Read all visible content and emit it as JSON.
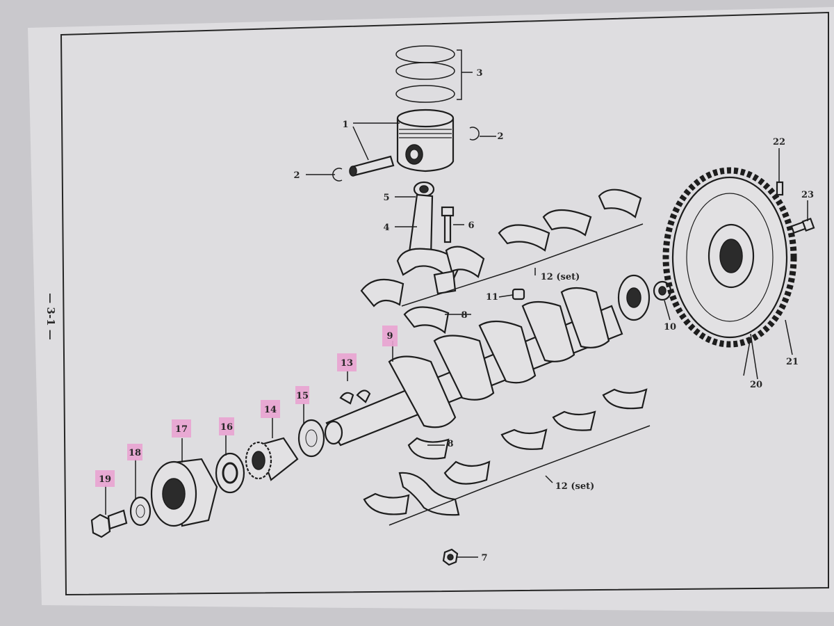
{
  "page": {
    "number": "— 3-1 —"
  },
  "callouts": [
    {
      "id": "c1",
      "label": "1",
      "highlighted": false
    },
    {
      "id": "c2a",
      "label": "2",
      "highlighted": false
    },
    {
      "id": "c2b",
      "label": "2",
      "highlighted": false
    },
    {
      "id": "c3",
      "label": "3",
      "highlighted": false
    },
    {
      "id": "c4",
      "label": "4",
      "highlighted": false
    },
    {
      "id": "c5",
      "label": "5",
      "highlighted": false
    },
    {
      "id": "c6",
      "label": "6",
      "highlighted": false
    },
    {
      "id": "c7",
      "label": "7",
      "highlighted": false
    },
    {
      "id": "c8a",
      "label": "8",
      "highlighted": false
    },
    {
      "id": "c8b",
      "label": "8",
      "highlighted": false
    },
    {
      "id": "c9",
      "label": "9",
      "highlighted": true
    },
    {
      "id": "c10",
      "label": "10",
      "highlighted": false
    },
    {
      "id": "c11",
      "label": "11",
      "highlighted": false
    },
    {
      "id": "c12a",
      "label": "12 (set)",
      "highlighted": false
    },
    {
      "id": "c12b",
      "label": "12 (set)",
      "highlighted": false
    },
    {
      "id": "c13",
      "label": "13",
      "highlighted": true
    },
    {
      "id": "c14",
      "label": "14",
      "highlighted": true
    },
    {
      "id": "c15",
      "label": "15",
      "highlighted": true
    },
    {
      "id": "c16",
      "label": "16",
      "highlighted": true
    },
    {
      "id": "c17",
      "label": "17",
      "highlighted": true
    },
    {
      "id": "c18",
      "label": "18",
      "highlighted": true
    },
    {
      "id": "c19",
      "label": "19",
      "highlighted": true
    },
    {
      "id": "c20",
      "label": "20",
      "highlighted": false
    },
    {
      "id": "c21",
      "label": "21",
      "highlighted": false
    },
    {
      "id": "c22",
      "label": "22",
      "highlighted": false
    },
    {
      "id": "c23",
      "label": "23",
      "highlighted": false
    }
  ],
  "colors": {
    "paper": "#dedde0",
    "background": "#c9c8cc",
    "ink": "#1d1d1d",
    "highlight": "#e9a3d2"
  }
}
